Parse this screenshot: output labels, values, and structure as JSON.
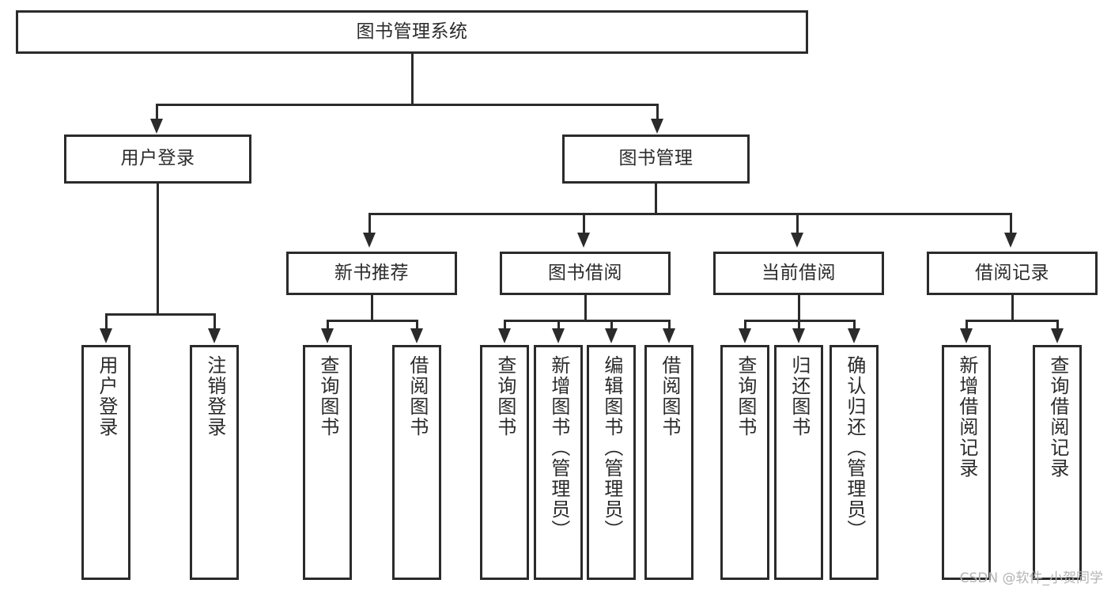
{
  "diagram": {
    "title": "图书管理系统",
    "type": "tree",
    "watermark": "CSDN @软件_小贺同学",
    "colors": {
      "stroke": "#2b2b2b",
      "fill": "#ffffff",
      "watermark": "#b4b4b4"
    },
    "levels": {
      "root": {
        "label": "图书管理系统"
      },
      "level2": [
        {
          "id": "user-login",
          "label": "用户登录"
        },
        {
          "id": "book-manage",
          "label": "图书管理"
        }
      ],
      "level3": [
        {
          "id": "new-book-rec",
          "label": "新书推荐",
          "parent": "book-manage"
        },
        {
          "id": "book-borrow",
          "label": "图书借阅",
          "parent": "book-manage"
        },
        {
          "id": "current-borrow",
          "label": "当前借阅",
          "parent": "book-manage"
        },
        {
          "id": "borrow-record",
          "label": "借阅记录",
          "parent": "book-manage"
        }
      ],
      "leaves": [
        {
          "id": "leaf-user-login",
          "label": "用户登录",
          "parent": "user-login"
        },
        {
          "id": "leaf-user-logout",
          "label": "注销登录",
          "parent": "user-login"
        },
        {
          "id": "leaf-query-book-1",
          "label": "查询图书",
          "parent": "new-book-rec"
        },
        {
          "id": "leaf-borrow-book-1",
          "label": "借阅图书",
          "parent": "new-book-rec"
        },
        {
          "id": "leaf-query-book-2",
          "label": "查询图书",
          "parent": "book-borrow"
        },
        {
          "id": "leaf-add-book",
          "label": "新增图书（管理员）",
          "parent": "book-borrow"
        },
        {
          "id": "leaf-edit-book",
          "label": "编辑图书（管理员）",
          "parent": "book-borrow"
        },
        {
          "id": "leaf-borrow-book-2",
          "label": "借阅图书",
          "parent": "book-borrow"
        },
        {
          "id": "leaf-query-book-3",
          "label": "查询图书",
          "parent": "current-borrow"
        },
        {
          "id": "leaf-return-book",
          "label": "归还图书",
          "parent": "current-borrow"
        },
        {
          "id": "leaf-confirm-return",
          "label": "确认归还（管理员）",
          "parent": "current-borrow"
        },
        {
          "id": "leaf-add-record",
          "label": "新增借阅记录",
          "parent": "borrow-record"
        },
        {
          "id": "leaf-query-record",
          "label": "查询借阅记录",
          "parent": "borrow-record"
        }
      ]
    }
  }
}
